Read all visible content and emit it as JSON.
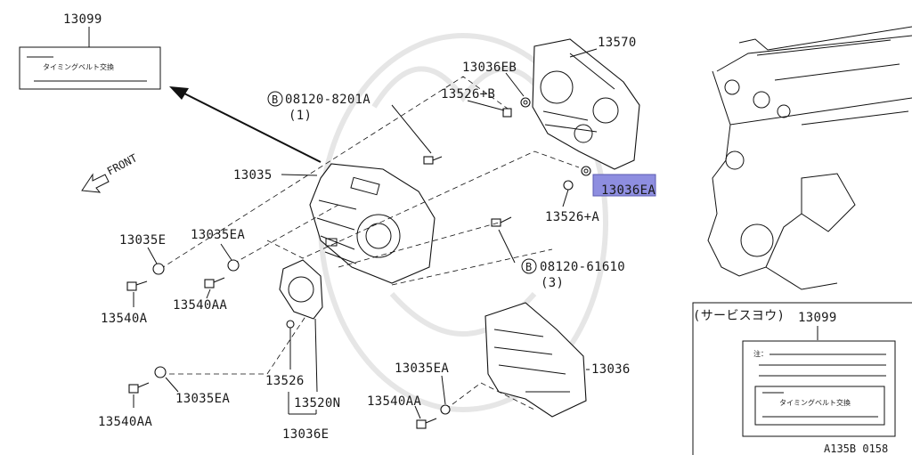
{
  "labels": {
    "p13099": "13099",
    "p13570": "13570",
    "p13036EB": "13036EB",
    "p13526B": "13526+B",
    "bolt_a_code": "08120-8201A",
    "bolt_a_qty": "(1)",
    "bolt_b_code": "08120-61610",
    "bolt_b_qty": "(3)",
    "bolt_symbol": "B",
    "p13035": "13035",
    "p13036EA_hl": "13036EA",
    "p13526A": "13526+A",
    "p13035E": "13035E",
    "p13035EA_1": "13035EA",
    "p13540A": "13540A",
    "p13540AA_1": "13540AA",
    "p13035EA_2": "13035EA",
    "p13540AA_2": "13540AA",
    "p13526": "13526",
    "p13520N": "13520N",
    "p13036E": "13036E",
    "p13035EA_3": "13035EA",
    "p13540AA_3": "13540AA",
    "p13036": "13036",
    "front": "FRONT",
    "service_title": "(サービスヨウ)",
    "service_part": "13099",
    "label_jp": "タイミングベルト交換",
    "label_jp_2": "タイミングベルト交換",
    "note_mark": "注：",
    "ref_code": "A135B 0158"
  },
  "colors": {
    "highlight": "#8e8ee0",
    "line": "#111111"
  }
}
